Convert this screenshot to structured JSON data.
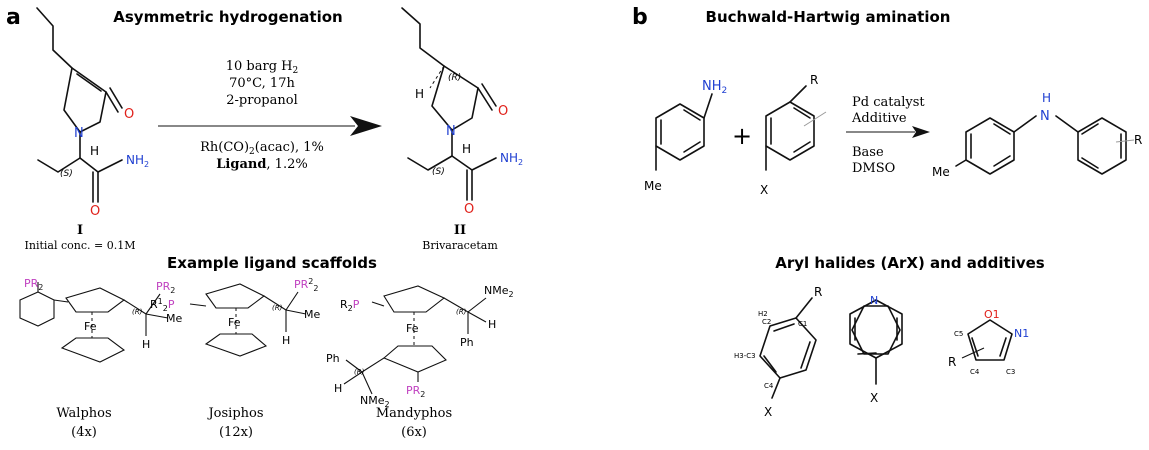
{
  "panel_a": {
    "letter": "a",
    "title": "Asymmetric hydrogenation",
    "reactant": {
      "label": "I",
      "note": "Initial conc. = 0.1M",
      "O_ring": "O",
      "N": "N",
      "H": "H",
      "stereo": "(S)",
      "NH2": "NH",
      "NH2_sub": "2",
      "O_amide": "O"
    },
    "conditions_top": {
      "line1_main": "10 barg H",
      "line1_sub": "2",
      "line2": "70°C, 17h",
      "line3": "2-propanol"
    },
    "conditions_bottom": {
      "line1_a": "Rh(CO)",
      "line1_sub": "2",
      "line1_b": "(acac), 1%",
      "line2_bold": "Ligand",
      "line2_rest": ", 1.2%"
    },
    "product": {
      "label": "II",
      "name": "Brivaracetam",
      "H_ring": "H",
      "stereo_ring": "(R)",
      "O_ring": "O",
      "N": "N",
      "H": "H",
      "stereo": "(S)",
      "NH2": "NH",
      "NH2_sub": "2",
      "O_amide": "O"
    },
    "ligands_title": "Example ligand scaffolds",
    "ligands": [
      {
        "name": "Walphos",
        "count": "(4x)",
        "P1": "PR",
        "P1_sub": "2",
        "P2": "PR",
        "P2_sub": "2",
        "Fe": "Fe",
        "stereo": "(R)",
        "Me": "Me",
        "H": "H"
      },
      {
        "name": "Josiphos",
        "count": "(12x)",
        "P1": "R",
        "P1_sup": "1",
        "P1_b": "P",
        "P1_sub": "2",
        "P2": "PR",
        "P2_sup": "2",
        "P2_sub": "2",
        "Fe": "Fe",
        "stereo": "(R)",
        "Me": "Me",
        "H": "H"
      },
      {
        "name": "Mandyphos",
        "count": "(6x)",
        "P1": "R",
        "P1_sub": "2",
        "P1_b": "P",
        "P2": "PR",
        "P2_sub": "2",
        "Fe": "Fe",
        "NMe2_top": "NMe",
        "NMe2_top_sub": "2",
        "NMe2_bot": "NMe",
        "NMe2_bot_sub": "2",
        "Ph1": "Ph",
        "Ph2": "Ph",
        "H1": "H",
        "H2": "H",
        "stereo1": "(R)",
        "stereo2": "(R)"
      }
    ]
  },
  "panel_b": {
    "letter": "b",
    "title": "Buchwald-Hartwig amination",
    "amine": {
      "NH2": "NH",
      "NH2_sub": "2",
      "Me": "Me"
    },
    "plus": "+",
    "aryl_halide": {
      "R": "R",
      "X": "X"
    },
    "conditions_top": {
      "line1": "Pd catalyst",
      "line2": "Additive"
    },
    "conditions_bottom": {
      "line1": "Base",
      "line2": "DMSO"
    },
    "product": {
      "H": "H",
      "N": "N",
      "Me": "Me",
      "R": "R"
    },
    "subtitle": "Aryl halides (ArX) and additives",
    "arx": {
      "R": "R",
      "X": "X",
      "C1": "C1",
      "C2": "C2",
      "H2": "H2",
      "C3": "H3-C3",
      "C4": "C4"
    },
    "pyridine": {
      "N": "N",
      "X": "X"
    },
    "isoxazole": {
      "O1": "O1",
      "N1": "N1",
      "C3": "C3",
      "C4": "C4",
      "C5": "C5",
      "R": "R"
    }
  }
}
